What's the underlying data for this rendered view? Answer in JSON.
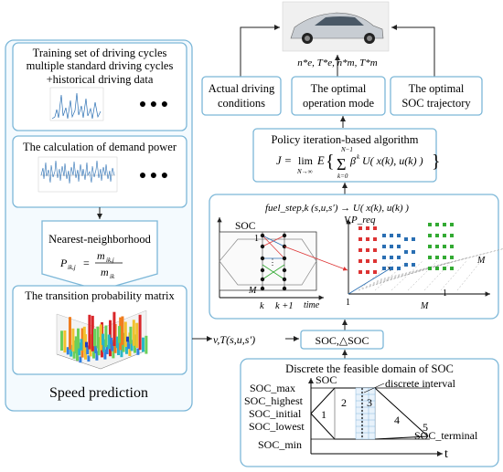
{
  "left_panel": {
    "title": "Speed prediction",
    "training_box": {
      "line1": "Training set of driving cycles",
      "line2": "multiple standard driving cycles",
      "line3": "+historical driving data",
      "ellipsis": "● ● ●"
    },
    "demand_box": {
      "title": "The calculation of demand power",
      "ellipsis": "● ● ●"
    },
    "nn_box": {
      "title": "Nearest-neighborhood",
      "formula_lhs": "P",
      "formula_lhs_sub": "ik,j",
      "formula_num": "m",
      "formula_num_sub": "ik,j",
      "formula_den": "m",
      "formula_den_sub": "ik"
    },
    "tpm_box": {
      "title": "The transition probability matrix"
    }
  },
  "top": {
    "outputs_label": "n*e, T*e, n*m, T*m",
    "actual_driving": [
      "Actual driving",
      "conditions"
    ],
    "optimal_mode": [
      "The optimal",
      "operation mode"
    ],
    "optimal_soc": [
      "The optimal",
      "SOC trajectory"
    ]
  },
  "policy": {
    "title": "Policy iteration-based algorithm",
    "formula": "J = lim E { Σ β^k U( x(k), u(k) ) }",
    "lim_sub": "N→∞",
    "sum_top": "N−1",
    "sum_bottom": "k=0"
  },
  "fuel_box": {
    "formula": "fuel_step,k (s,u,s′) → U( x(k), u(k) )",
    "soc_label": "SOC",
    "one_label": "1",
    "m_label": "M",
    "k_label": "k",
    "k1_label": "k +1",
    "time_label": "time",
    "vp_label": "V,P_req",
    "m3d_label": "M",
    "one3d_a": "1",
    "one3d_b": "1",
    "m3d_bottom": "M"
  },
  "middle": {
    "v_t_label": "v,T(s,u,s′)",
    "soc_delta": "SOC,△SOC"
  },
  "discrete_box": {
    "title": "Discrete the feasible domain of SOC",
    "soc_axis": "SOC",
    "discrete_interval": "discrete interval",
    "soc_max": "SOC_max",
    "soc_highest": "SOC_highest",
    "soc_initial": "SOC_initial",
    "soc_lowest": "SOC_lowest",
    "soc_min": "SOC_min",
    "soc_terminal": "SOC_terminal",
    "t_label": "t",
    "regions": [
      "1",
      "2",
      "3",
      "4",
      "5"
    ]
  }
}
